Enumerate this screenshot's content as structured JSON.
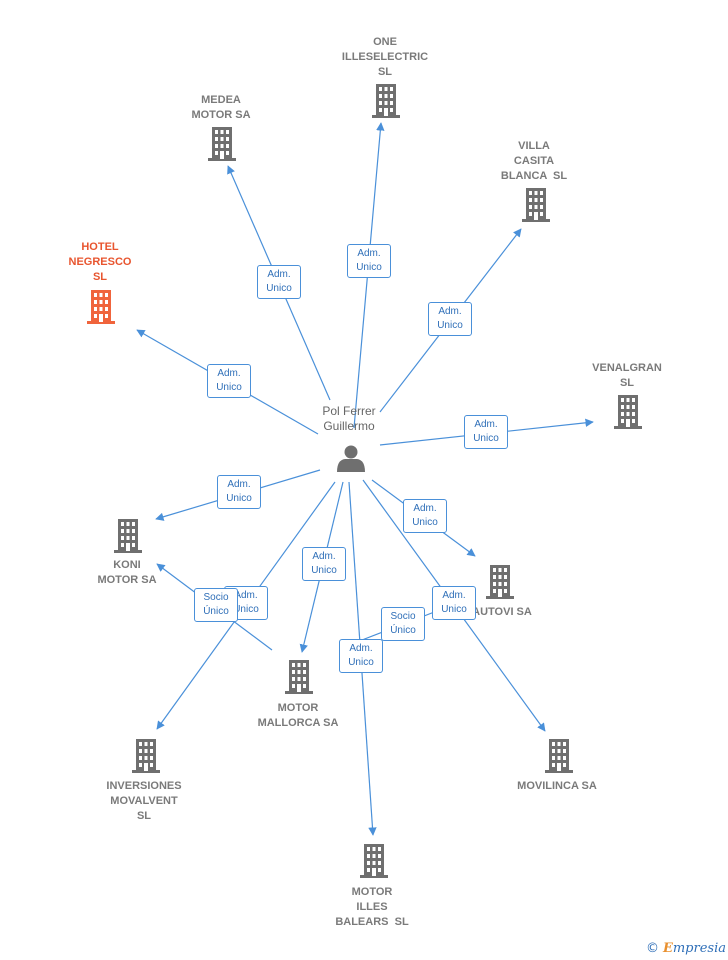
{
  "colors": {
    "edge": "#4a90d9",
    "building": "#6f6f6f",
    "highlight": "#f0643c",
    "person": "#6f6f6f"
  },
  "person": {
    "label": "Pol Ferrer\nGuillermo"
  },
  "companies": [
    {
      "id": "one",
      "label": "ONE\nILLESELECTRIC\nSL",
      "highlight": false
    },
    {
      "id": "medea",
      "label": "MEDEA\nMOTOR SA",
      "highlight": false
    },
    {
      "id": "villa",
      "label": "VILLA\nCASITA\nBLANCA  SL",
      "highlight": false
    },
    {
      "id": "hotel",
      "label": "HOTEL\nNEGRESCO\nSL",
      "highlight": true
    },
    {
      "id": "venalgran",
      "label": "VENALGRAN\nSL",
      "highlight": false
    },
    {
      "id": "koni",
      "label": "KONI\nMOTOR SA",
      "highlight": false
    },
    {
      "id": "autovi",
      "label": "AUTOVI SA",
      "highlight": false
    },
    {
      "id": "mallorca",
      "label": "MOTOR\nMALLORCA SA",
      "highlight": false
    },
    {
      "id": "inversiones",
      "label": "INVERSIONES\nMOVALVENT\nSL",
      "highlight": false
    },
    {
      "id": "movilinca",
      "label": "MOVILINCA SA",
      "highlight": false
    },
    {
      "id": "illes",
      "label": "MOTOR\nILLES\nBALEARS  SL",
      "highlight": false
    }
  ],
  "edges": [
    {
      "id": "e1",
      "from": "person",
      "to": "one",
      "label": "Adm.\nUnico"
    },
    {
      "id": "e2",
      "from": "person",
      "to": "medea",
      "label": "Adm.\nUnico"
    },
    {
      "id": "e3",
      "from": "person",
      "to": "villa",
      "label": "Adm.\nUnico"
    },
    {
      "id": "e4",
      "from": "person",
      "to": "hotel",
      "label": "Adm.\nUnico"
    },
    {
      "id": "e5",
      "from": "person",
      "to": "venalgran",
      "label": "Adm.\nUnico"
    },
    {
      "id": "e6",
      "from": "person",
      "to": "koni",
      "label": "Adm.\nUnico"
    },
    {
      "id": "e7",
      "from": "person",
      "to": "autovi",
      "label": "Adm.\nUnico"
    },
    {
      "id": "e8",
      "from": "person",
      "to": "mallorca",
      "label": "Adm.\nUnico"
    },
    {
      "id": "e9",
      "from": "person",
      "to": "inversiones",
      "label": "Adm.\nUnico"
    },
    {
      "id": "e10",
      "from": "person",
      "to": "movilinca",
      "label": "Adm.\nUnico"
    },
    {
      "id": "e11",
      "from": "person",
      "to": "illes",
      "label": "Adm.\nUnico"
    },
    {
      "id": "e12",
      "from": "mallorca",
      "to": "koni",
      "label": "Socio\nÚnico"
    },
    {
      "id": "e13",
      "from": "illes",
      "to": "autovi",
      "label": "Socio\nÚnico"
    }
  ],
  "brand": {
    "copyright": "©",
    "name": "mpresia",
    "initial": "E"
  }
}
